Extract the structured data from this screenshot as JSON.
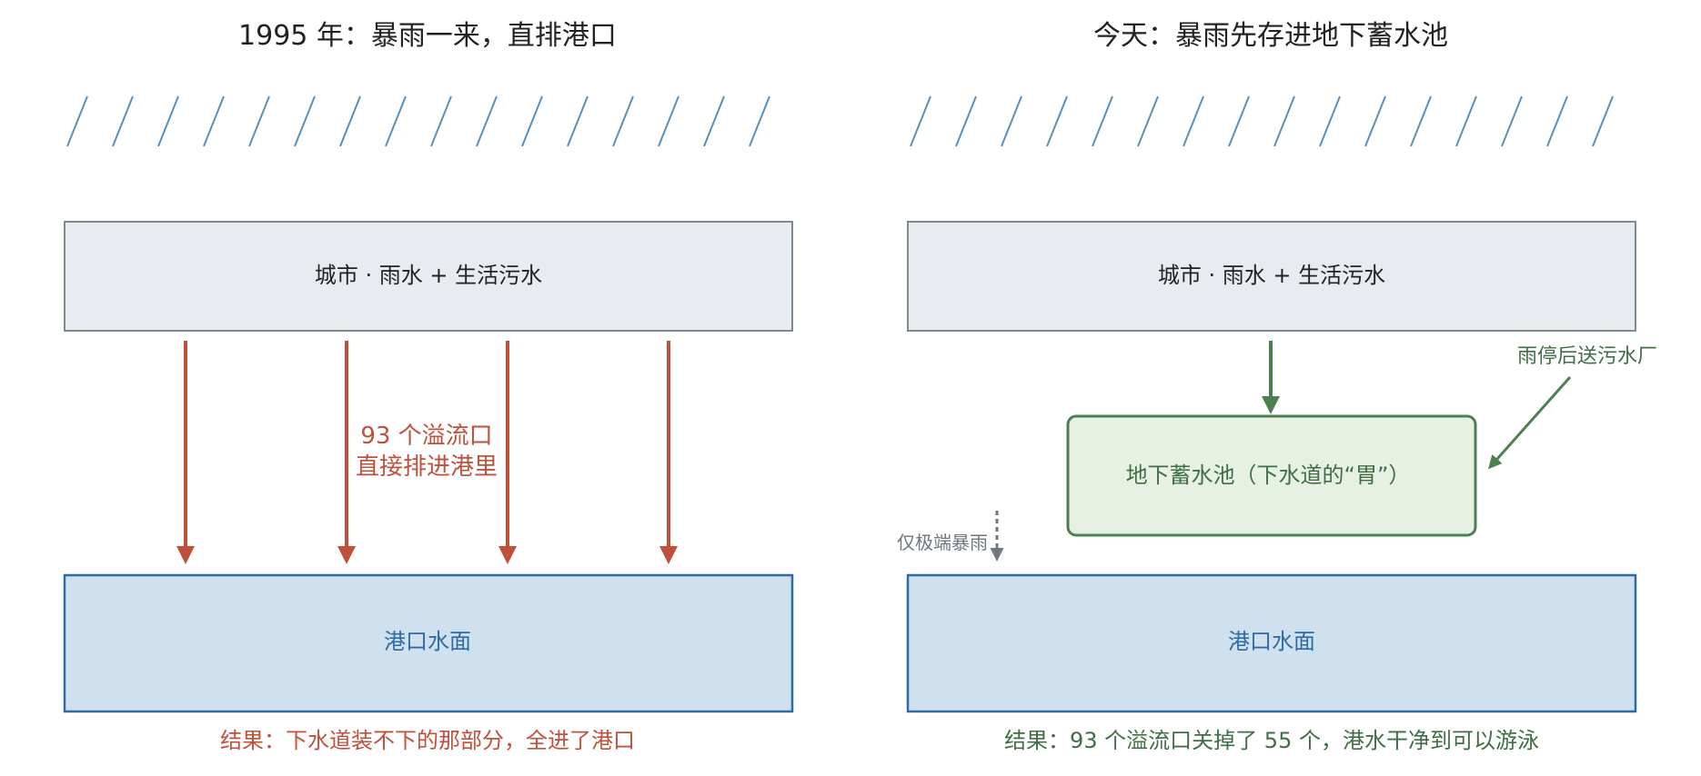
{
  "colors": {
    "rain": "#5b8fb9",
    "box_gray_fill": "#e8ecf1",
    "box_gray_stroke": "#808890",
    "overflow_red": "#c1503b",
    "harbor_fill": "#cfe0ee",
    "harbor_stroke": "#2e6ba6",
    "harbor_text": "#2e6ba6",
    "tank_fill": "#e6f1e3",
    "tank_stroke": "#4d7f52",
    "green_text": "#3f6e45",
    "gray_text": "#6f7780",
    "title_text": "#222222",
    "body_text": "#222222"
  },
  "left": {
    "title": "1995 年：暴雨一来，直排港口",
    "city_label": "城市 · 雨水 + 生活污水",
    "overflow_label_line1": "93 个溢流口",
    "overflow_label_line2": "直接排进港里",
    "harbor_label": "港口水面",
    "result": "结果：下水道装不下的那部分，全进了港口"
  },
  "right": {
    "title": "今天：暴雨先存进地下蓄水池",
    "city_label": "城市 · 雨水 + 生活污水",
    "tank_label": "地下蓄水池（下水道的“胃”）",
    "to_plant_label": "雨停后送污水厂",
    "extreme_label": "仅极端暴雨",
    "harbor_label": "港口水面",
    "result": "结果：93 个溢流口关掉了 55 个，港水干净到可以游泳"
  }
}
